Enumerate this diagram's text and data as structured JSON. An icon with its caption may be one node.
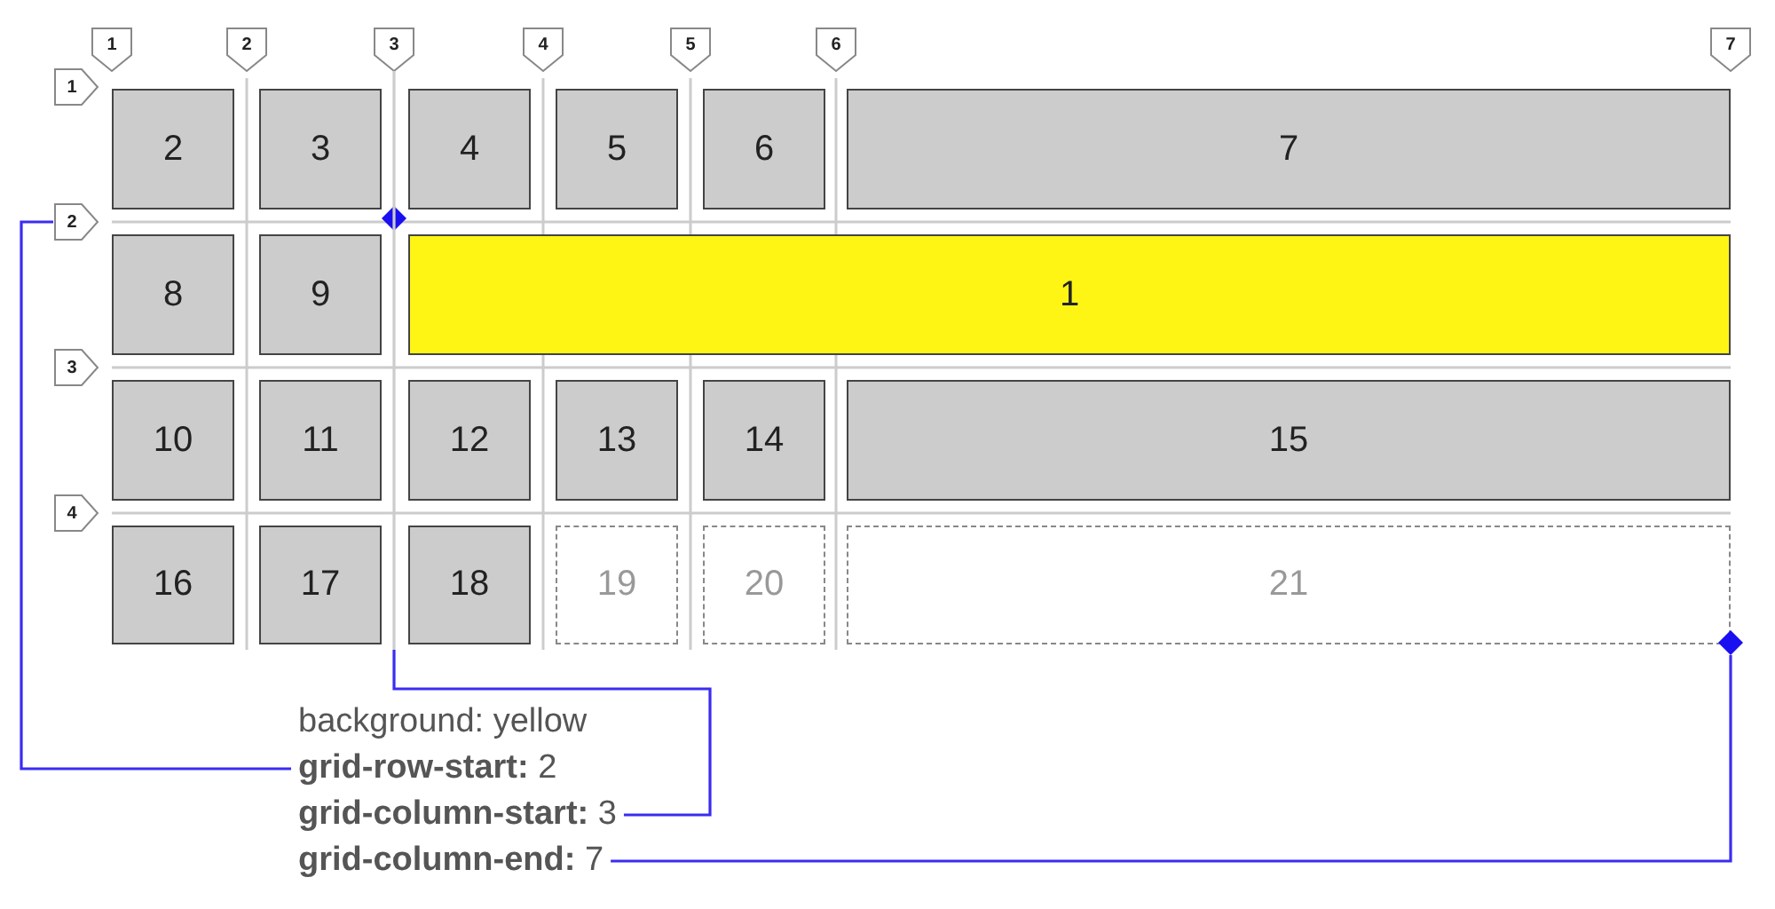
{
  "diagram": {
    "nodes": [
      {
        "text": [
          "2"
        ]
      },
      {
        "text": [
          "3"
        ]
      },
      {
        "text": [
          "4"
        ]
      },
      {
        "text": [
          "5"
        ]
      },
      {
        "text": [
          "6"
        ]
      },
      {
        "text": [
          "7"
        ]
      },
      {
        "text": [
          "8"
        ]
      },
      {
        "text": [
          "9"
        ]
      },
      {
        "text": [
          "1"
        ]
      },
      {
        "text": [
          "10"
        ]
      },
      {
        "text": [
          "11"
        ]
      },
      {
        "text": [
          "12"
        ]
      },
      {
        "text": [
          "13"
        ]
      },
      {
        "text": [
          "14"
        ]
      },
      {
        "text": [
          "15"
        ]
      },
      {
        "text": [
          "16"
        ]
      },
      {
        "text": [
          "17"
        ]
      },
      {
        "text": [
          "18"
        ]
      },
      {
        "text": [
          "19"
        ]
      },
      {
        "text": [
          "20"
        ]
      },
      {
        "text": [
          "21"
        ]
      },
      {
        "text": [
          "1"
        ]
      },
      {
        "text": [
          "2"
        ]
      },
      {
        "text": [
          "3"
        ]
      },
      {
        "text": [
          "4"
        ]
      },
      {
        "text": [
          "5"
        ]
      },
      {
        "text": [
          "6"
        ]
      },
      {
        "text": [
          "7"
        ]
      },
      {
        "text": [
          "1"
        ]
      },
      {
        "text": [
          "2"
        ]
      },
      {
        "text": [
          "3"
        ]
      },
      {
        "text": [
          "4"
        ]
      },
      {
        "text": [],
        "shape": "diamond"
      },
      {
        "text": [],
        "shape": "diamond"
      },
      {
        "text": [
          "**grid-row-start:** 2"
        ]
      },
      {
        "text": [
          "**grid-column-start:** 3"
        ]
      },
      {
        "text": [
          "**grid-column-end:** 7"
        ]
      }
    ],
    "edges": [
      {
        "from": 34,
        "to": 29,
        "arrow": "none"
      },
      {
        "from": 35,
        "to": 23,
        "arrow": "none"
      },
      {
        "from": 36,
        "to": 33,
        "arrow": "none"
      }
    ],
    "labels": [
      "background: yellow"
    ]
  }
}
